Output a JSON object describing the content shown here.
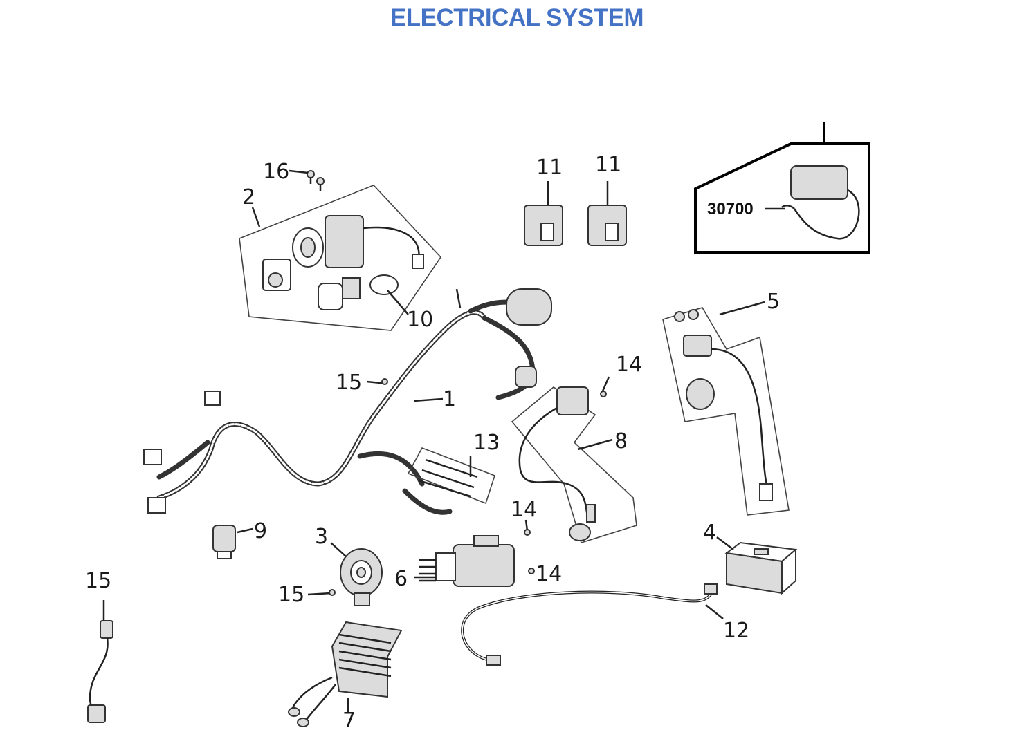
{
  "title": "ELECTRICAL SYSTEM",
  "colors": {
    "title": "#4472c4",
    "lines": "#222222"
  },
  "callouts": [
    {
      "id": "c-16",
      "text": "16"
    },
    {
      "id": "c-2",
      "text": "2"
    },
    {
      "id": "c-10",
      "text": "10"
    },
    {
      "id": "c-11a",
      "text": "11"
    },
    {
      "id": "c-11b",
      "text": "11"
    },
    {
      "id": "c-30700",
      "text": "30700"
    },
    {
      "id": "c-5",
      "text": "5"
    },
    {
      "id": "c-15a",
      "text": "15"
    },
    {
      "id": "c-1",
      "text": "1"
    },
    {
      "id": "c-14a",
      "text": "14"
    },
    {
      "id": "c-13",
      "text": "13"
    },
    {
      "id": "c-8",
      "text": "8"
    },
    {
      "id": "c-14b",
      "text": "14"
    },
    {
      "id": "c-9",
      "text": "9"
    },
    {
      "id": "c-3",
      "text": "3"
    },
    {
      "id": "c-4",
      "text": "4"
    },
    {
      "id": "c-15b",
      "text": "15"
    },
    {
      "id": "c-6",
      "text": "6"
    },
    {
      "id": "c-14c",
      "text": "14"
    },
    {
      "id": "c-15c",
      "text": "15"
    },
    {
      "id": "c-12",
      "text": "12"
    },
    {
      "id": "c-7",
      "text": "7"
    }
  ]
}
